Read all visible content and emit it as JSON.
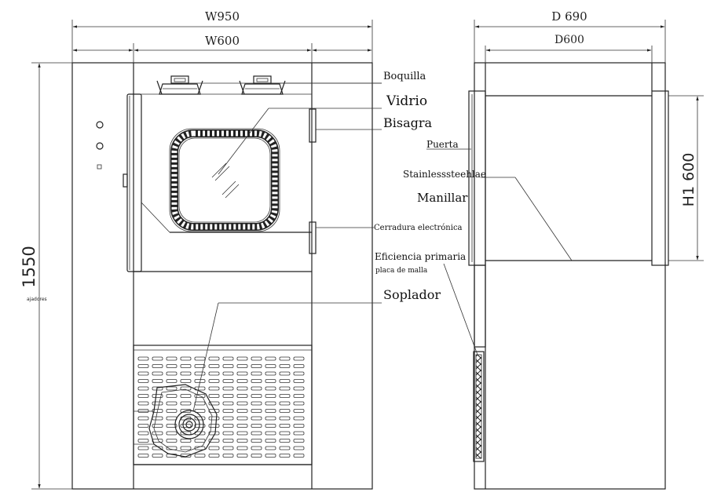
{
  "dimensions": {
    "overall_width": "W950",
    "inner_width": "W600",
    "overall_depth": "D 690",
    "inner_depth": "D600",
    "overall_height": "1550",
    "inner_height": "H1 600",
    "feet_note": "ajadores"
  },
  "labels": {
    "nozzle": "Boquilla",
    "glass": "Vidrio",
    "hinge": "Bisagra",
    "door": "Puerta",
    "stainless_steel": "Stainlesssteehlae",
    "handle": "Manillar",
    "electronic_lock": "Cerradura electrónica",
    "primary_efficiency_1": "Eficiencia primaria",
    "primary_efficiency_2": "placa de malla",
    "blower": "Soplador"
  }
}
